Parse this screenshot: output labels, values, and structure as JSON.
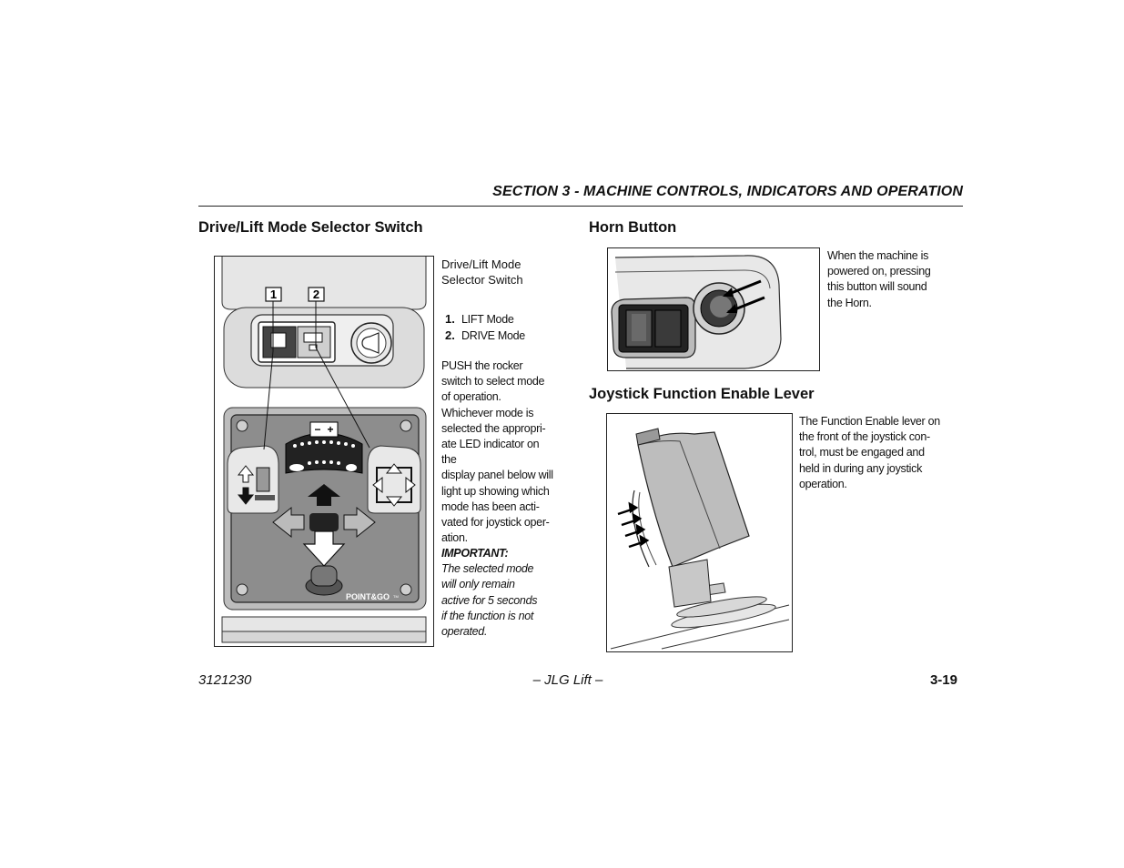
{
  "header": {
    "section_title": "SECTION 3 - MACHINE CONTROLS, INDICATORS AND OPERATION"
  },
  "drive_lift": {
    "heading": "Drive/Lift Mode Selector Switch",
    "caption_line1": "Drive/Lift Mode",
    "caption_line2": "Selector Switch",
    "callouts": [
      {
        "num": "1.",
        "label": "LIFT Mode"
      },
      {
        "num": "2.",
        "label": "DRIVE Mode"
      }
    ],
    "callout_badges": [
      "1",
      "2"
    ],
    "body_lines": [
      "PUSH the rocker",
      "switch to select mode",
      "of operation.",
      "Whichever mode is",
      "selected the appropri-",
      "ate LED indicator on the",
      "display panel below will",
      "light up showing which",
      "mode has been acti-",
      "vated for joystick oper-",
      "ation."
    ],
    "important_label": "IMPORTANT:",
    "important_lines": [
      "The selected mode",
      "will only remain",
      "active for 5 seconds",
      "if the function is not",
      "operated."
    ],
    "panel_brand": "POINT&GO",
    "panel_brand_tm": "TM",
    "meter_labels": {
      "minus": "−",
      "plus": "+"
    }
  },
  "horn": {
    "heading": "Horn Button",
    "body_lines": [
      "When the machine is",
      "powered on, pressing",
      "this button will sound",
      "the Horn."
    ]
  },
  "joystick": {
    "heading": "Joystick Function Enable Lever",
    "body_lines": [
      "The Function Enable lever on",
      "the front of the joystick con-",
      "trol, must be engaged and",
      "held in during any joystick",
      "operation."
    ]
  },
  "footer": {
    "doc_number": "3121230",
    "center": "– JLG Lift –",
    "page": "3-19"
  }
}
